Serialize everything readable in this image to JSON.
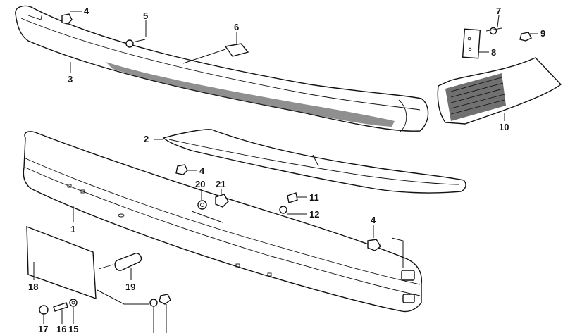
{
  "callouts": [
    {
      "id": "c4a",
      "text": "4"
    },
    {
      "id": "c5",
      "text": "5"
    },
    {
      "id": "c6",
      "text": "6"
    },
    {
      "id": "c7",
      "text": "7"
    },
    {
      "id": "c9",
      "text": "9"
    },
    {
      "id": "c8",
      "text": "8"
    },
    {
      "id": "c3",
      "text": "3"
    },
    {
      "id": "c10",
      "text": "10"
    },
    {
      "id": "c2",
      "text": "2"
    },
    {
      "id": "c4b",
      "text": "4"
    },
    {
      "id": "c20",
      "text": "20"
    },
    {
      "id": "c21",
      "text": "21"
    },
    {
      "id": "c11",
      "text": "11"
    },
    {
      "id": "c12",
      "text": "12"
    },
    {
      "id": "c1",
      "text": "1"
    },
    {
      "id": "c4c",
      "text": "4"
    },
    {
      "id": "c18",
      "text": "18"
    },
    {
      "id": "c19",
      "text": "19"
    },
    {
      "id": "c17",
      "text": "17"
    },
    {
      "id": "c16",
      "text": "16"
    },
    {
      "id": "c15",
      "text": "15"
    }
  ]
}
